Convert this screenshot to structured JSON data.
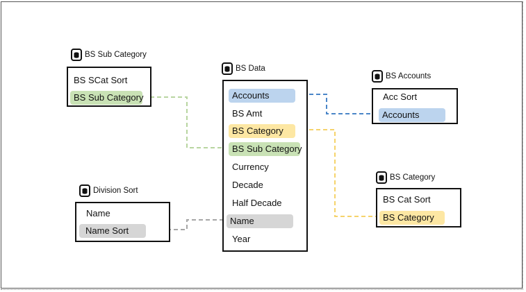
{
  "diagram": {
    "tables": {
      "bs_sub_category": {
        "title": "BS Sub Category",
        "fields": [
          "BS SCat Sort",
          "BS Sub Category"
        ]
      },
      "bs_data": {
        "title": "BS Data",
        "fields": [
          "Accounts",
          "BS Amt",
          "BS Category",
          "BS Sub Category",
          "Currency",
          "Decade",
          "Half Decade",
          "Name",
          "Year"
        ]
      },
      "bs_accounts": {
        "title": "BS Accounts",
        "fields": [
          "Acc Sort",
          "Accounts"
        ]
      },
      "division_sort": {
        "title": "Division Sort",
        "fields": [
          "Name",
          "Name Sort"
        ]
      },
      "bs_category": {
        "title": "BS Category",
        "fields": [
          "BS Cat Sort",
          "BS Category"
        ]
      }
    },
    "colors": {
      "accounts_link": "#4a86c8",
      "category_link": "#f5d36b",
      "sub_category_link": "#b8d5a0",
      "name_link": "#a6a6a6"
    },
    "icon": "database-icon"
  }
}
